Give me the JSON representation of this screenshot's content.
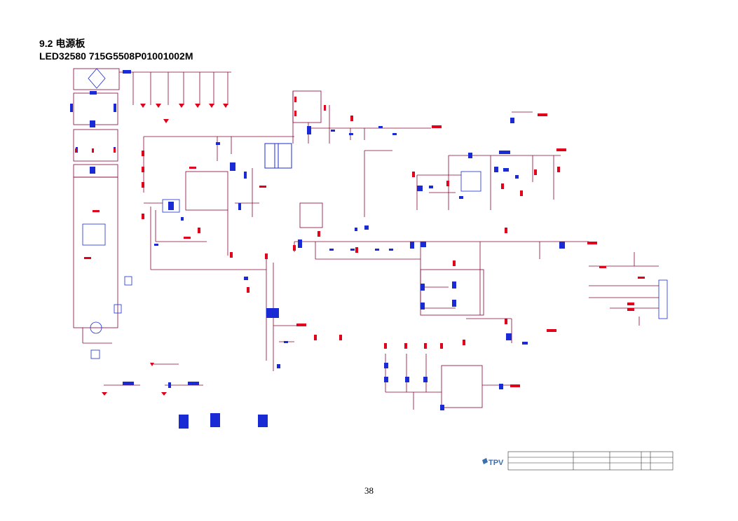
{
  "section": {
    "heading": "9.2 电源板",
    "model_line": "LED32580    715G5508P01001002M"
  },
  "title_block": {
    "logo": "TPV"
  },
  "page_number": "38",
  "colors": {
    "wire": "#8b0037",
    "component": "#1a2bd6",
    "ground_arrow": "#e0001a",
    "pink_label": "#e07090",
    "black": "#000000"
  }
}
